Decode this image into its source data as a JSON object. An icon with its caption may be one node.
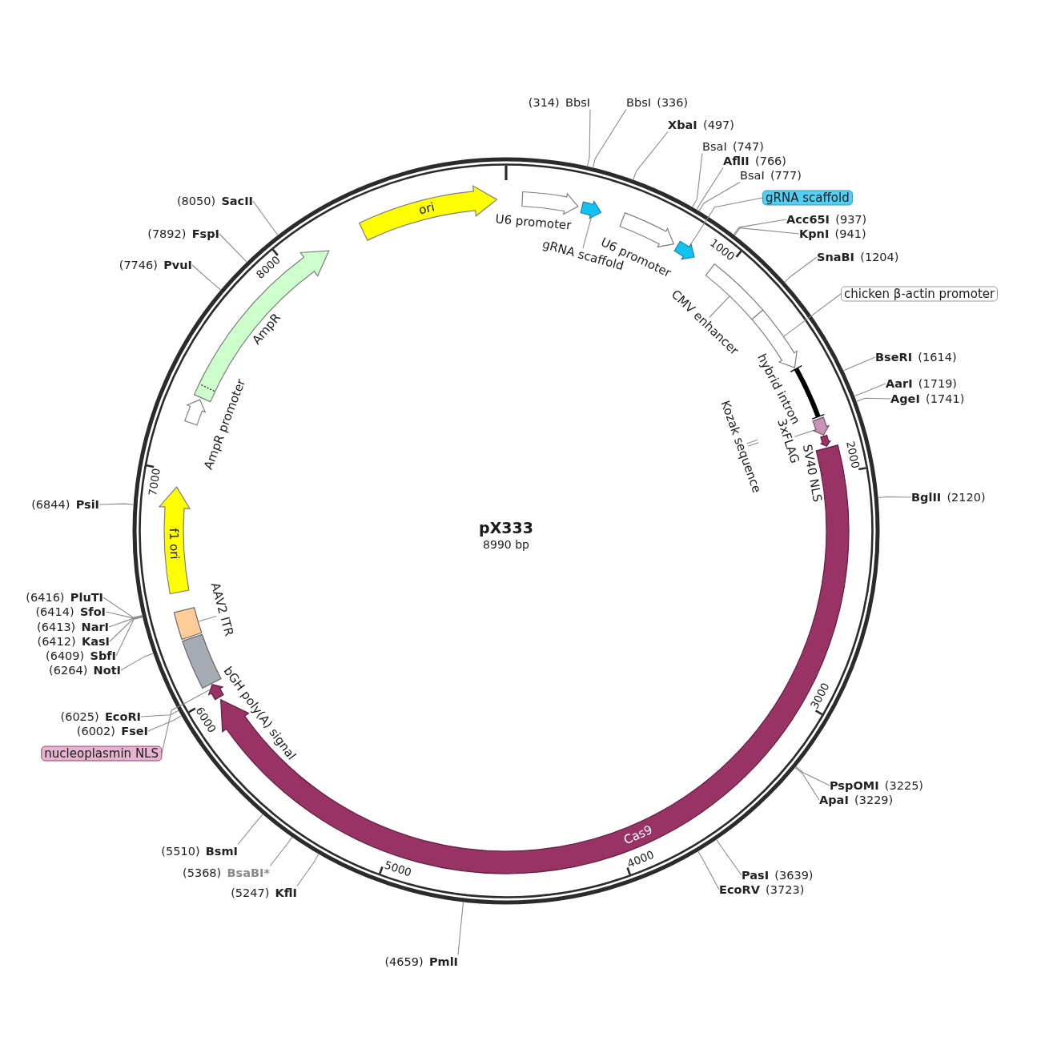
{
  "diagram": {
    "nodes": [
      {
        "text": [
          "pX333",
          "8990 bp"
        ]
      },
      {
        "text": [
          "(314)",
          "BbsI"
        ]
      },
      {
        "text": [
          "BbsI",
          "(336)"
        ]
      },
      {
        "text": [
          "XbaI",
          "(497)"
        ]
      },
      {
        "text": [
          "BsaI",
          "(747)"
        ]
      },
      {
        "text": [
          "AflII",
          "(766)"
        ]
      },
      {
        "text": [
          "BsaI",
          "(777)"
        ]
      },
      {
        "text": [
          "Acc65I",
          "(937)"
        ]
      },
      {
        "text": [
          "KpnI",
          "(941)"
        ]
      },
      {
        "text": [
          "SnaBI",
          "(1204)"
        ]
      },
      {
        "text": [
          "BseRI",
          "(1614)"
        ]
      },
      {
        "text": [
          "AarI",
          "(1719)"
        ]
      },
      {
        "text": [
          "AgeI",
          "(1741)"
        ]
      },
      {
        "text": [
          "BglII",
          "(2120)"
        ]
      },
      {
        "text": [
          "PspOMI",
          "(3225)"
        ]
      },
      {
        "text": [
          "ApaI",
          "(3229)"
        ]
      },
      {
        "text": [
          "PasI",
          "(3639)"
        ]
      },
      {
        "text": [
          "EcoRV",
          "(3723)"
        ]
      },
      {
        "text": [
          "(4659)",
          "PmlI"
        ]
      },
      {
        "text": [
          "(5247)",
          "KflI"
        ]
      },
      {
        "text": [
          "(5368)",
          "BsaBI*"
        ]
      },
      {
        "text": [
          "(5510)",
          "BsmI"
        ]
      },
      {
        "text": [
          "(6002)",
          "FseI"
        ]
      },
      {
        "text": [
          "(6025)",
          "EcoRI"
        ]
      },
      {
        "text": [
          "(6264)",
          "NotI"
        ]
      },
      {
        "text": [
          "(6409)",
          "SbfI"
        ]
      },
      {
        "text": [
          "(6412)",
          "KasI"
        ]
      },
      {
        "text": [
          "(6413)",
          "NarI"
        ]
      },
      {
        "text": [
          "(6414)",
          "SfoI"
        ]
      },
      {
        "text": [
          "(6416)",
          "PluTI"
        ]
      },
      {
        "text": [
          "(6844)",
          "PsiI"
        ]
      },
      {
        "text": [
          "(7746)",
          "PvuI"
        ]
      },
      {
        "text": [
          "(7892)",
          "FspI"
        ]
      },
      {
        "text": [
          "(8050)",
          "SacII"
        ]
      },
      {
        "text": [
          "ori"
        ],
        "in": 0
      },
      {
        "text": [
          "U6 promoter"
        ],
        "in": 0
      },
      {
        "text": [],
        "shape": "arrow",
        "in": 0
      },
      {
        "text": [
          "gRNA scaffold"
        ],
        "in": 0
      },
      {
        "text": [
          "U6 promoter"
        ],
        "in": 0
      },
      {
        "text": [],
        "shape": "arrow",
        "in": 0
      },
      {
        "text": [
          "gRNA scaffold"
        ]
      },
      {
        "text": [],
        "shape": "box",
        "in": 0
      },
      {
        "text": [
          "CMV enhancer"
        ],
        "in": 0
      },
      {
        "text": [],
        "shape": "arrow",
        "in": 0
      },
      {
        "text": [
          "chicken β-actin promoter"
        ]
      },
      {
        "text": [
          "hybrid intron"
        ],
        "in": 0
      },
      {
        "text": [
          "Kozak sequence"
        ],
        "in": 0
      },
      {
        "text": [],
        "shape": "arrow",
        "in": 0
      },
      {
        "text": [
          "3xFLAG"
        ],
        "in": 0
      },
      {
        "text": [
          "SV40 NLS"
        ],
        "in": 0
      },
      {
        "text": [
          "Cas9"
        ],
        "in": 0
      },
      {
        "text": [],
        "shape": "arrow",
        "in": 0
      },
      {
        "text": [
          "nucleoplasmin NLS"
        ]
      },
      {
        "text": [
          "bGH poly(A) signal"
        ],
        "in": 0
      },
      {
        "text": [],
        "shape": "box",
        "in": 0
      },
      {
        "text": [
          "AAV2 ITR"
        ],
        "in": 0
      },
      {
        "text": [
          "f1 ori"
        ],
        "in": 0
      },
      {
        "text": [
          "AmpR promoter"
        ],
        "in": 0
      },
      {
        "text": [
          "AmpR"
        ],
        "in": 0
      }
    ],
    "edges": [
      {
        "from": 1,
        "to": 0,
        "arrow": "none"
      },
      {
        "from": 2,
        "to": 0,
        "arrow": "none"
      },
      {
        "from": 3,
        "to": 0,
        "arrow": "none"
      },
      {
        "from": 4,
        "to": 0,
        "arrow": "none"
      },
      {
        "from": 5,
        "to": 0,
        "arrow": "none"
      },
      {
        "from": 6,
        "to": 0,
        "arrow": "none"
      },
      {
        "from": 7,
        "to": 0,
        "arrow": "none"
      },
      {
        "from": 8,
        "to": 0,
        "arrow": "none"
      },
      {
        "from": 9,
        "to": 0,
        "arrow": "none"
      },
      {
        "from": 10,
        "to": 0,
        "arrow": "none"
      },
      {
        "from": 11,
        "to": 0,
        "arrow": "none"
      },
      {
        "from": 12,
        "to": 0,
        "arrow": "none"
      },
      {
        "from": 13,
        "to": 0,
        "arrow": "none"
      },
      {
        "from": 14,
        "to": 0,
        "arrow": "none"
      },
      {
        "from": 15,
        "to": 0,
        "arrow": "none"
      },
      {
        "from": 16,
        "to": 0,
        "arrow": "none"
      },
      {
        "from": 17,
        "to": 0,
        "arrow": "none"
      },
      {
        "from": 18,
        "to": 0,
        "arrow": "none"
      },
      {
        "from": 19,
        "to": 0,
        "arrow": "none"
      },
      {
        "from": 20,
        "to": 0,
        "arrow": "none"
      },
      {
        "from": 21,
        "to": 0,
        "arrow": "none"
      },
      {
        "from": 22,
        "to": 0,
        "arrow": "none"
      },
      {
        "from": 23,
        "to": 0,
        "arrow": "none"
      },
      {
        "from": 24,
        "to": 0,
        "arrow": "none"
      },
      {
        "from": 25,
        "to": 0,
        "arrow": "none"
      },
      {
        "from": 26,
        "to": 0,
        "arrow": "none"
      },
      {
        "from": 27,
        "to": 0,
        "arrow": "none"
      },
      {
        "from": 28,
        "to": 0,
        "arrow": "none"
      },
      {
        "from": 29,
        "to": 0,
        "arrow": "none"
      },
      {
        "from": 30,
        "to": 0,
        "arrow": "none"
      },
      {
        "from": 31,
        "to": 0,
        "arrow": "none"
      },
      {
        "from": 32,
        "to": 0,
        "arrow": "none"
      },
      {
        "from": 33,
        "to": 0,
        "arrow": "none"
      },
      {
        "from": 37,
        "to": 36,
        "arrow": "none"
      },
      {
        "from": 40,
        "to": 39,
        "arrow": "none"
      },
      {
        "from": 42,
        "to": 41,
        "arrow": "none"
      },
      {
        "from": 44,
        "to": 43,
        "arrow": "none"
      },
      {
        "from": 46,
        "to": null,
        "arrow": "none"
      },
      {
        "from": 48,
        "to": 47,
        "arrow": "none"
      },
      {
        "from": 52,
        "to": 51,
        "arrow": "none"
      },
      {
        "from": 55,
        "to": 54,
        "arrow": "none"
      }
    ],
    "labels": [
      "1000",
      "2000",
      "3000",
      "4000",
      "5000",
      "6000",
      "7000",
      "8000"
    ]
  }
}
